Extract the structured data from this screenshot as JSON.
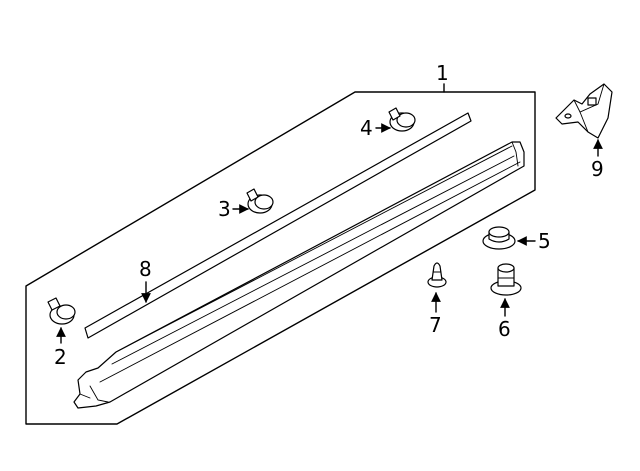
{
  "diagram": {
    "background": "#ffffff",
    "line_color": "#000000",
    "callouts": [
      {
        "id": "1",
        "text": "1"
      },
      {
        "id": "2",
        "text": "2"
      },
      {
        "id": "3",
        "text": "3"
      },
      {
        "id": "4",
        "text": "4"
      },
      {
        "id": "5",
        "text": "5"
      },
      {
        "id": "6",
        "text": "6"
      },
      {
        "id": "7",
        "text": "7"
      },
      {
        "id": "8",
        "text": "8"
      },
      {
        "id": "9",
        "text": "9"
      }
    ]
  }
}
